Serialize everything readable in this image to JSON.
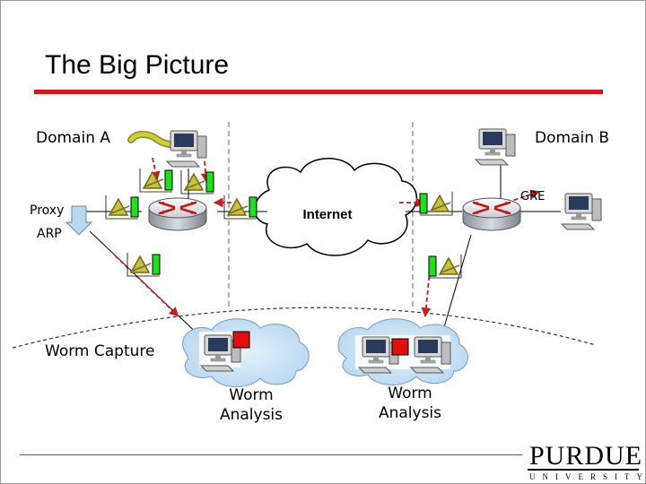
{
  "slide": {
    "title": "The Big Picture"
  },
  "labels": {
    "domain_a": "Domain A",
    "domain_b": "Domain B",
    "gre": "GRE",
    "proxy": "Proxy",
    "arp": "ARP",
    "internet": "Internet",
    "worm_capture": "Worm Capture",
    "worm_analysis_left": [
      "Worm",
      "Analysis"
    ],
    "worm_analysis_right": [
      "Worm",
      "Analysis"
    ]
  },
  "logo": {
    "word": "PURDUE",
    "sub": "UNIVERSITY"
  },
  "colors": {
    "title_rule": "#d01818",
    "arrow_dash": "#c02020",
    "sensor_green": "#22dd22",
    "alert_red": "#e01010",
    "cloud_blue": "#c6e0f4"
  }
}
